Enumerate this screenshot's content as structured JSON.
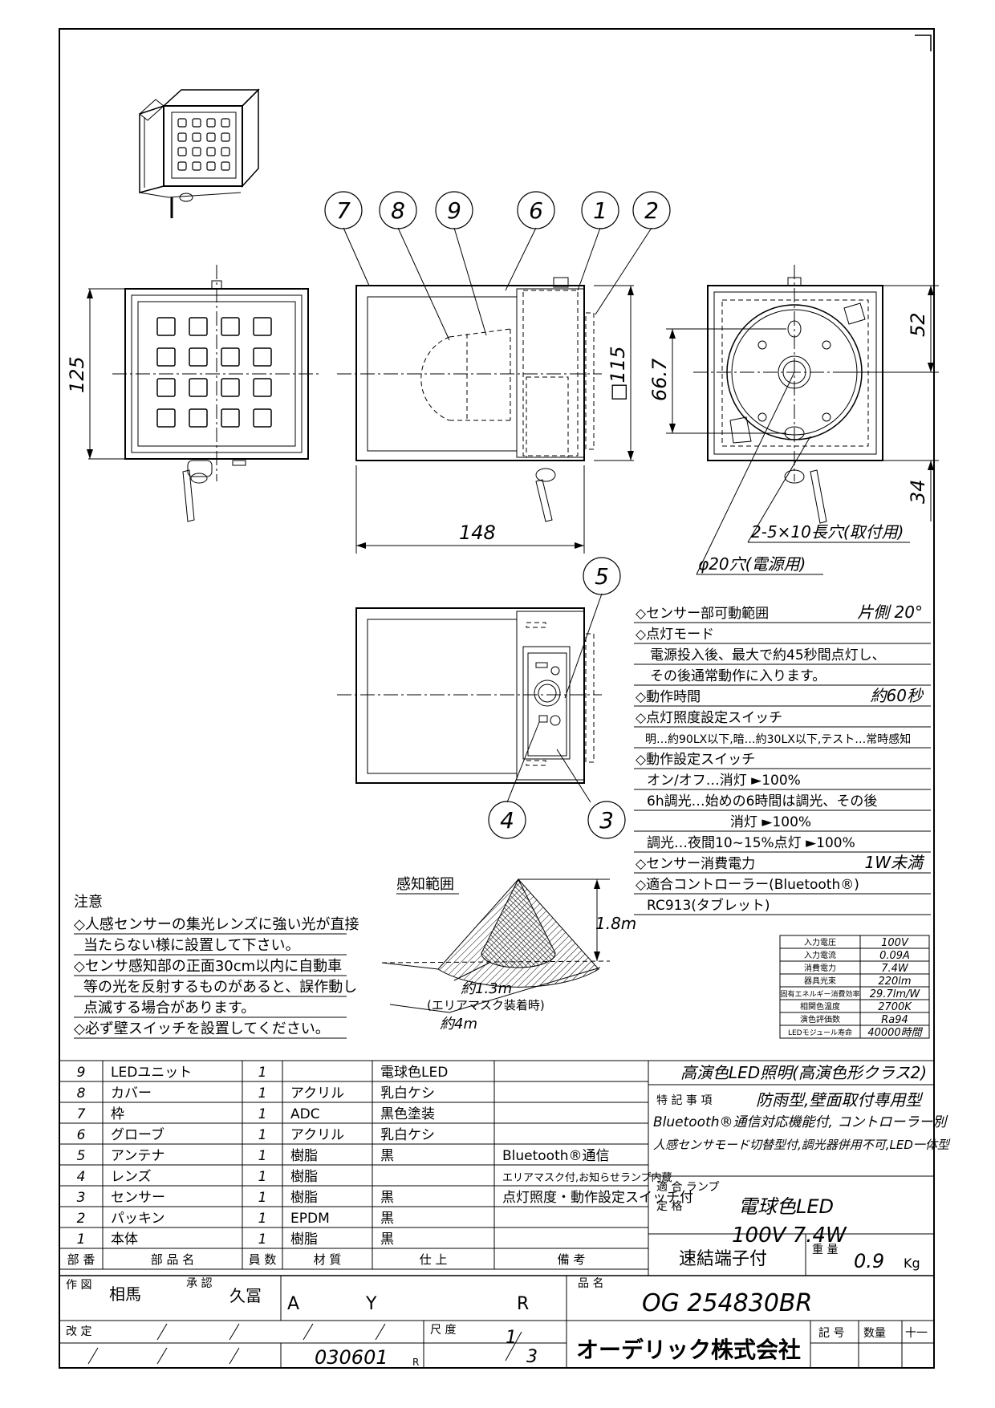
{
  "balloons": [
    "1",
    "2",
    "3",
    "4",
    "5",
    "6",
    "7",
    "8",
    "9"
  ],
  "dimensions": {
    "height_front": "125",
    "width_side": "148",
    "square": "□115",
    "back_h1": "66.7",
    "back_h2": "52",
    "back_h3": "34",
    "slot": "2-5×10長穴(取付用)",
    "hole": "φ20穴(電源用)"
  },
  "specs": [
    {
      "label": "◇センサー部可動範囲",
      "value": "片側 20°"
    },
    {
      "label": "◇点灯モード",
      "value": ""
    },
    {
      "label": "電源投入後、最大で約45秒間点灯し、",
      "value": ""
    },
    {
      "label": "その後通常動作に入ります。",
      "value": ""
    },
    {
      "label": "◇動作時間",
      "value": "約60秒"
    },
    {
      "label": "◇点灯照度設定スイッチ",
      "value": ""
    },
    {
      "label": "明…約90LX以下,暗…約30LX以下,テスト…常時感知",
      "value": ""
    },
    {
      "label": "◇動作設定スイッチ",
      "value": ""
    },
    {
      "label": "オン/オフ…消灯 ►100%",
      "value": ""
    },
    {
      "label": "6h調光…始めの6時間は調光、その後",
      "value": ""
    },
    {
      "label": "消灯 ►100%",
      "value": ""
    },
    {
      "label": "調光…夜間10~15%点灯 ►100%",
      "value": ""
    },
    {
      "label": "◇センサー消費電力",
      "value": "1W未満"
    },
    {
      "label": "◇適合コントローラー(Bluetooth®)",
      "value": ""
    },
    {
      "label": "RC913(タブレット)",
      "value": ""
    }
  ],
  "ratings": [
    {
      "k": "入力電圧",
      "v": "100V"
    },
    {
      "k": "入力電流",
      "v": "0.09A"
    },
    {
      "k": "消費電力",
      "v": "7.4W"
    },
    {
      "k": "器具光束",
      "v": "220lm"
    },
    {
      "k": "固有エネルギー消費効率",
      "v": "29.7lm/W"
    },
    {
      "k": "相関色温度",
      "v": "2700K"
    },
    {
      "k": "演色評価数",
      "v": "Ra94"
    },
    {
      "k": "LEDモジュール寿命",
      "v": "40000時間"
    }
  ],
  "sensing": {
    "title": "感知範囲",
    "height": "1.8m",
    "radius": "約1.3m",
    "mask_note": "(エリアマスク装着時)",
    "diameter": "約4m"
  },
  "notes": {
    "heading": "注意",
    "lines": [
      "◇人感センサーの集光レンズに強い光が直接",
      "当たらない様に設置して下さい。",
      "◇センサ感知部の正面30cm以内に自動車",
      "等の光を反射するものがあると、誤作動し",
      "点滅する場合があります。",
      "◇必ず壁スイッチを設置してください。"
    ]
  },
  "parts": [
    {
      "no": "9",
      "name": "LEDユニット",
      "qty": "1",
      "material": "",
      "finish": "電球色LED",
      "remark": ""
    },
    {
      "no": "8",
      "name": "カバー",
      "qty": "1",
      "material": "アクリル",
      "finish": "乳白ケシ",
      "remark": ""
    },
    {
      "no": "7",
      "name": "枠",
      "qty": "1",
      "material": "ADC",
      "finish": "黒色塗装",
      "remark": ""
    },
    {
      "no": "6",
      "name": "グローブ",
      "qty": "1",
      "material": "アクリル",
      "finish": "乳白ケシ",
      "remark": ""
    },
    {
      "no": "5",
      "name": "アンテナ",
      "qty": "1",
      "material": "樹脂",
      "finish": "黒",
      "remark": "Bluetooth®通信"
    },
    {
      "no": "4",
      "name": "レンズ",
      "qty": "1",
      "material": "樹脂",
      "finish": "",
      "remark": "エリアマスク付,お知らせランプ内蔵"
    },
    {
      "no": "3",
      "name": "センサー",
      "qty": "1",
      "material": "樹脂",
      "finish": "黒",
      "remark": "点灯照度・動作設定スイッチ付"
    },
    {
      "no": "2",
      "name": "パッキン",
      "qty": "1",
      "material": "EPDM",
      "finish": "黒",
      "remark": ""
    },
    {
      "no": "1",
      "name": "本体",
      "qty": "1",
      "material": "樹脂",
      "finish": "黒",
      "remark": ""
    }
  ],
  "parts_header": [
    "部 番",
    "部 品 名",
    "員 数",
    "材 質",
    "仕 上",
    "備 考"
  ],
  "title_block": {
    "series": "高演色LED照明(高演色形クラス2)",
    "features_label": "特 記 事 項",
    "features_1": "防雨型,壁面取付専用型",
    "features_2": "Bluetooth®通信対応機能付, コントローラー別",
    "features_3": "人感センサモード切替型付,調光器併用不可,LED一体型",
    "lamp_label": "適 合 ランプ",
    "lamp": "電球色LED",
    "rating_label": "定 格",
    "rating": "100V 7.4W",
    "terminal": "速結端子付",
    "weight_label": "重 量",
    "weight": "0.9",
    "weight_unit": "Kg",
    "drawn_label": "作 図",
    "drawn": "相馬",
    "approved_label": "承 認",
    "approved": "久冨",
    "ayr_a": "A",
    "ayr_y": "Y",
    "ayr_r": "R",
    "product_label": "品 名",
    "product": "OG 254830BR",
    "revision_label": "改 定",
    "scale_label": "尺 度",
    "scale_num": "1",
    "scale_den": "3",
    "date": "030601",
    "date_suffix": "R",
    "company": "オーデリック株式会社",
    "symbol_label": "記 号",
    "qty_label": "数量",
    "mark": "十一"
  }
}
